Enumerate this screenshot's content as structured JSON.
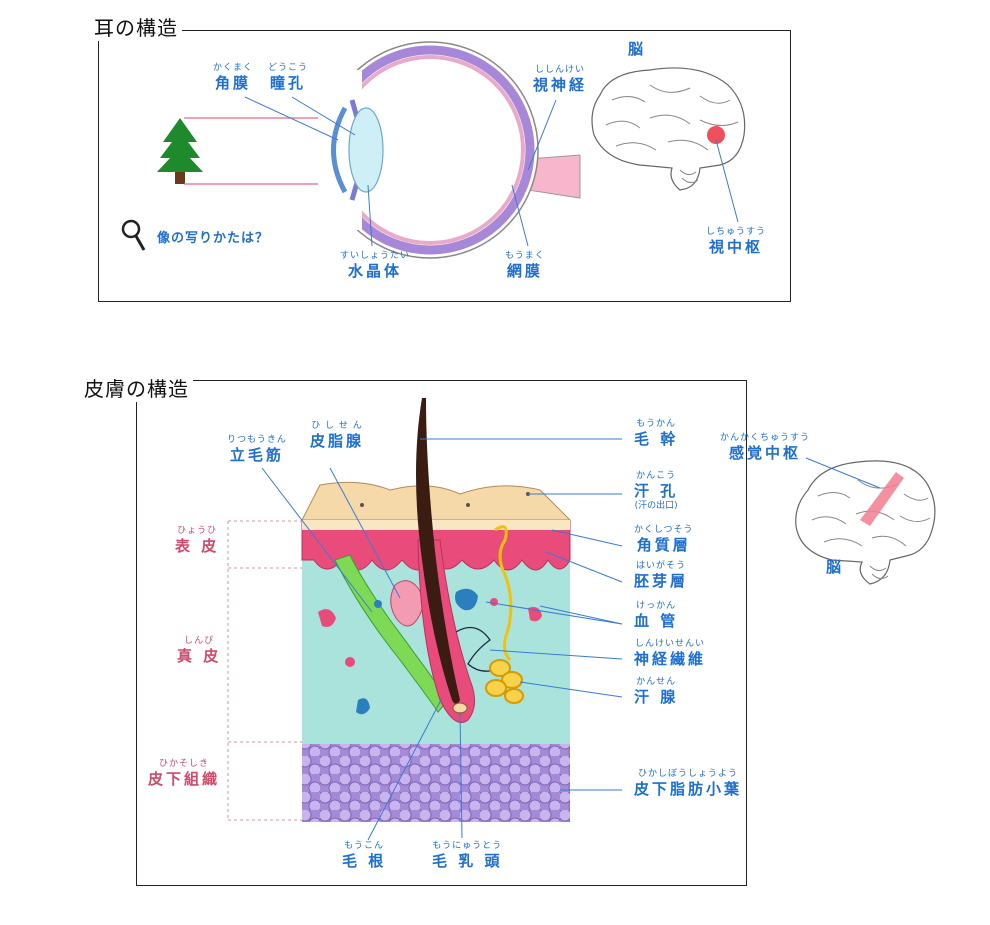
{
  "eye": {
    "title": "耳の構造",
    "kakumaku": {
      "ruby": "かくまく",
      "text": "角膜"
    },
    "doukou": {
      "ruby": "どうこう",
      "text": "瞳孔"
    },
    "shishinkei": {
      "ruby": "ししんけい",
      "text": "視神経"
    },
    "brain": "脳",
    "suishoutai": {
      "ruby": "すいしょうたい",
      "text": "水晶体"
    },
    "moumaku": {
      "ruby": "もうまく",
      "text": "網膜"
    },
    "shichuusuu": {
      "ruby": "しちゅうすう",
      "text": "視中枢"
    },
    "question": "像の写りかたは？"
  },
  "skin": {
    "title": "皮膚の構造",
    "rikkoukin": {
      "ruby": "りつもうきん",
      "text": "立毛筋"
    },
    "hishisen": {
      "ruby": "ひ し せ ん",
      "text": "皮脂腺"
    },
    "moukan": {
      "ruby": "もうかん",
      "text": "毛 幹"
    },
    "kankou": {
      "ruby": "かんこう",
      "text": "汗 孔",
      "sub": "(汗の出口)"
    },
    "kakushitsusou": {
      "ruby": "かくしつそう",
      "text": "角質層"
    },
    "haigasou": {
      "ruby": "はいがそう",
      "text": "胚芽層"
    },
    "kekkan": {
      "ruby": "けっかん",
      "text": "血 管"
    },
    "shinkeisenni": {
      "ruby": "しんけいせんい",
      "text": "神経繊維"
    },
    "kansen": {
      "ruby": "かんせん",
      "text": "汗 腺"
    },
    "hikashibou": {
      "ruby": "ひかしぼうしょうよう",
      "text": "皮下脂肪小葉"
    },
    "mouken": {
      "ruby": "もうこん",
      "text": "毛 根"
    },
    "mounyuutou": {
      "ruby": "もうにゅうとう",
      "text": "毛 乳 頭"
    },
    "hyouhi": {
      "ruby": "ひょうひ",
      "text": "表 皮"
    },
    "shinpi": {
      "ruby": "しんぴ",
      "text": "真 皮"
    },
    "hikasoshiki": {
      "ruby": "ひかそしき",
      "text": "皮下組織"
    },
    "kankakuchuusuu": {
      "ruby": "かんかくちゅうすう",
      "text": "感覚中枢"
    },
    "brain": "脳"
  },
  "colors": {
    "label_blue": "#1e6fd0",
    "label_red": "#d04a6a",
    "skin_top": "#f6d9a8",
    "epidermis": "#e94c7b",
    "dermis": "#a9e3dc",
    "fat": "#a58bd6",
    "lens": "#cfeff6",
    "sclera_purple": "#a788d8",
    "nerve_pink": "#f7b6cc"
  }
}
